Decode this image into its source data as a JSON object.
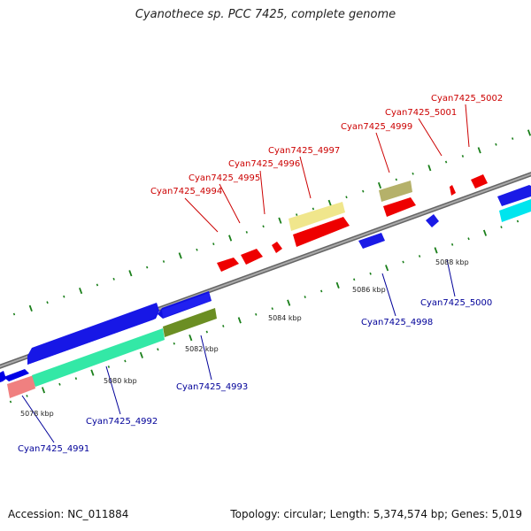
{
  "header": {
    "title": "Cyanothece sp. PCC 7425, complete genome"
  },
  "footer": {
    "accession": "Accession: NC_011884",
    "summary": "Topology: circular; Length: 5,374,574 bp; Genes: 5,019"
  },
  "colors": {
    "backbone": "#808080",
    "forward_label": "#cc0000",
    "reverse_label": "#000099",
    "tick": "#1a7f1a"
  },
  "scale_ticks": [
    "5078 kbp",
    "5080 kbp",
    "5082 kbp",
    "5084 kbp",
    "5086 kbp",
    "5088 kbp"
  ],
  "forward_labels": [
    "Cyan7425_4994",
    "Cyan7425_4995",
    "Cyan7425_4996",
    "Cyan7425_4997",
    "Cyan7425_4999",
    "Cyan7425_5001",
    "Cyan7425_5002"
  ],
  "reverse_labels": [
    "Cyan7425_4991",
    "Cyan7425_4992",
    "Cyan7425_4993",
    "Cyan7425_4998",
    "Cyan7425_5000"
  ]
}
